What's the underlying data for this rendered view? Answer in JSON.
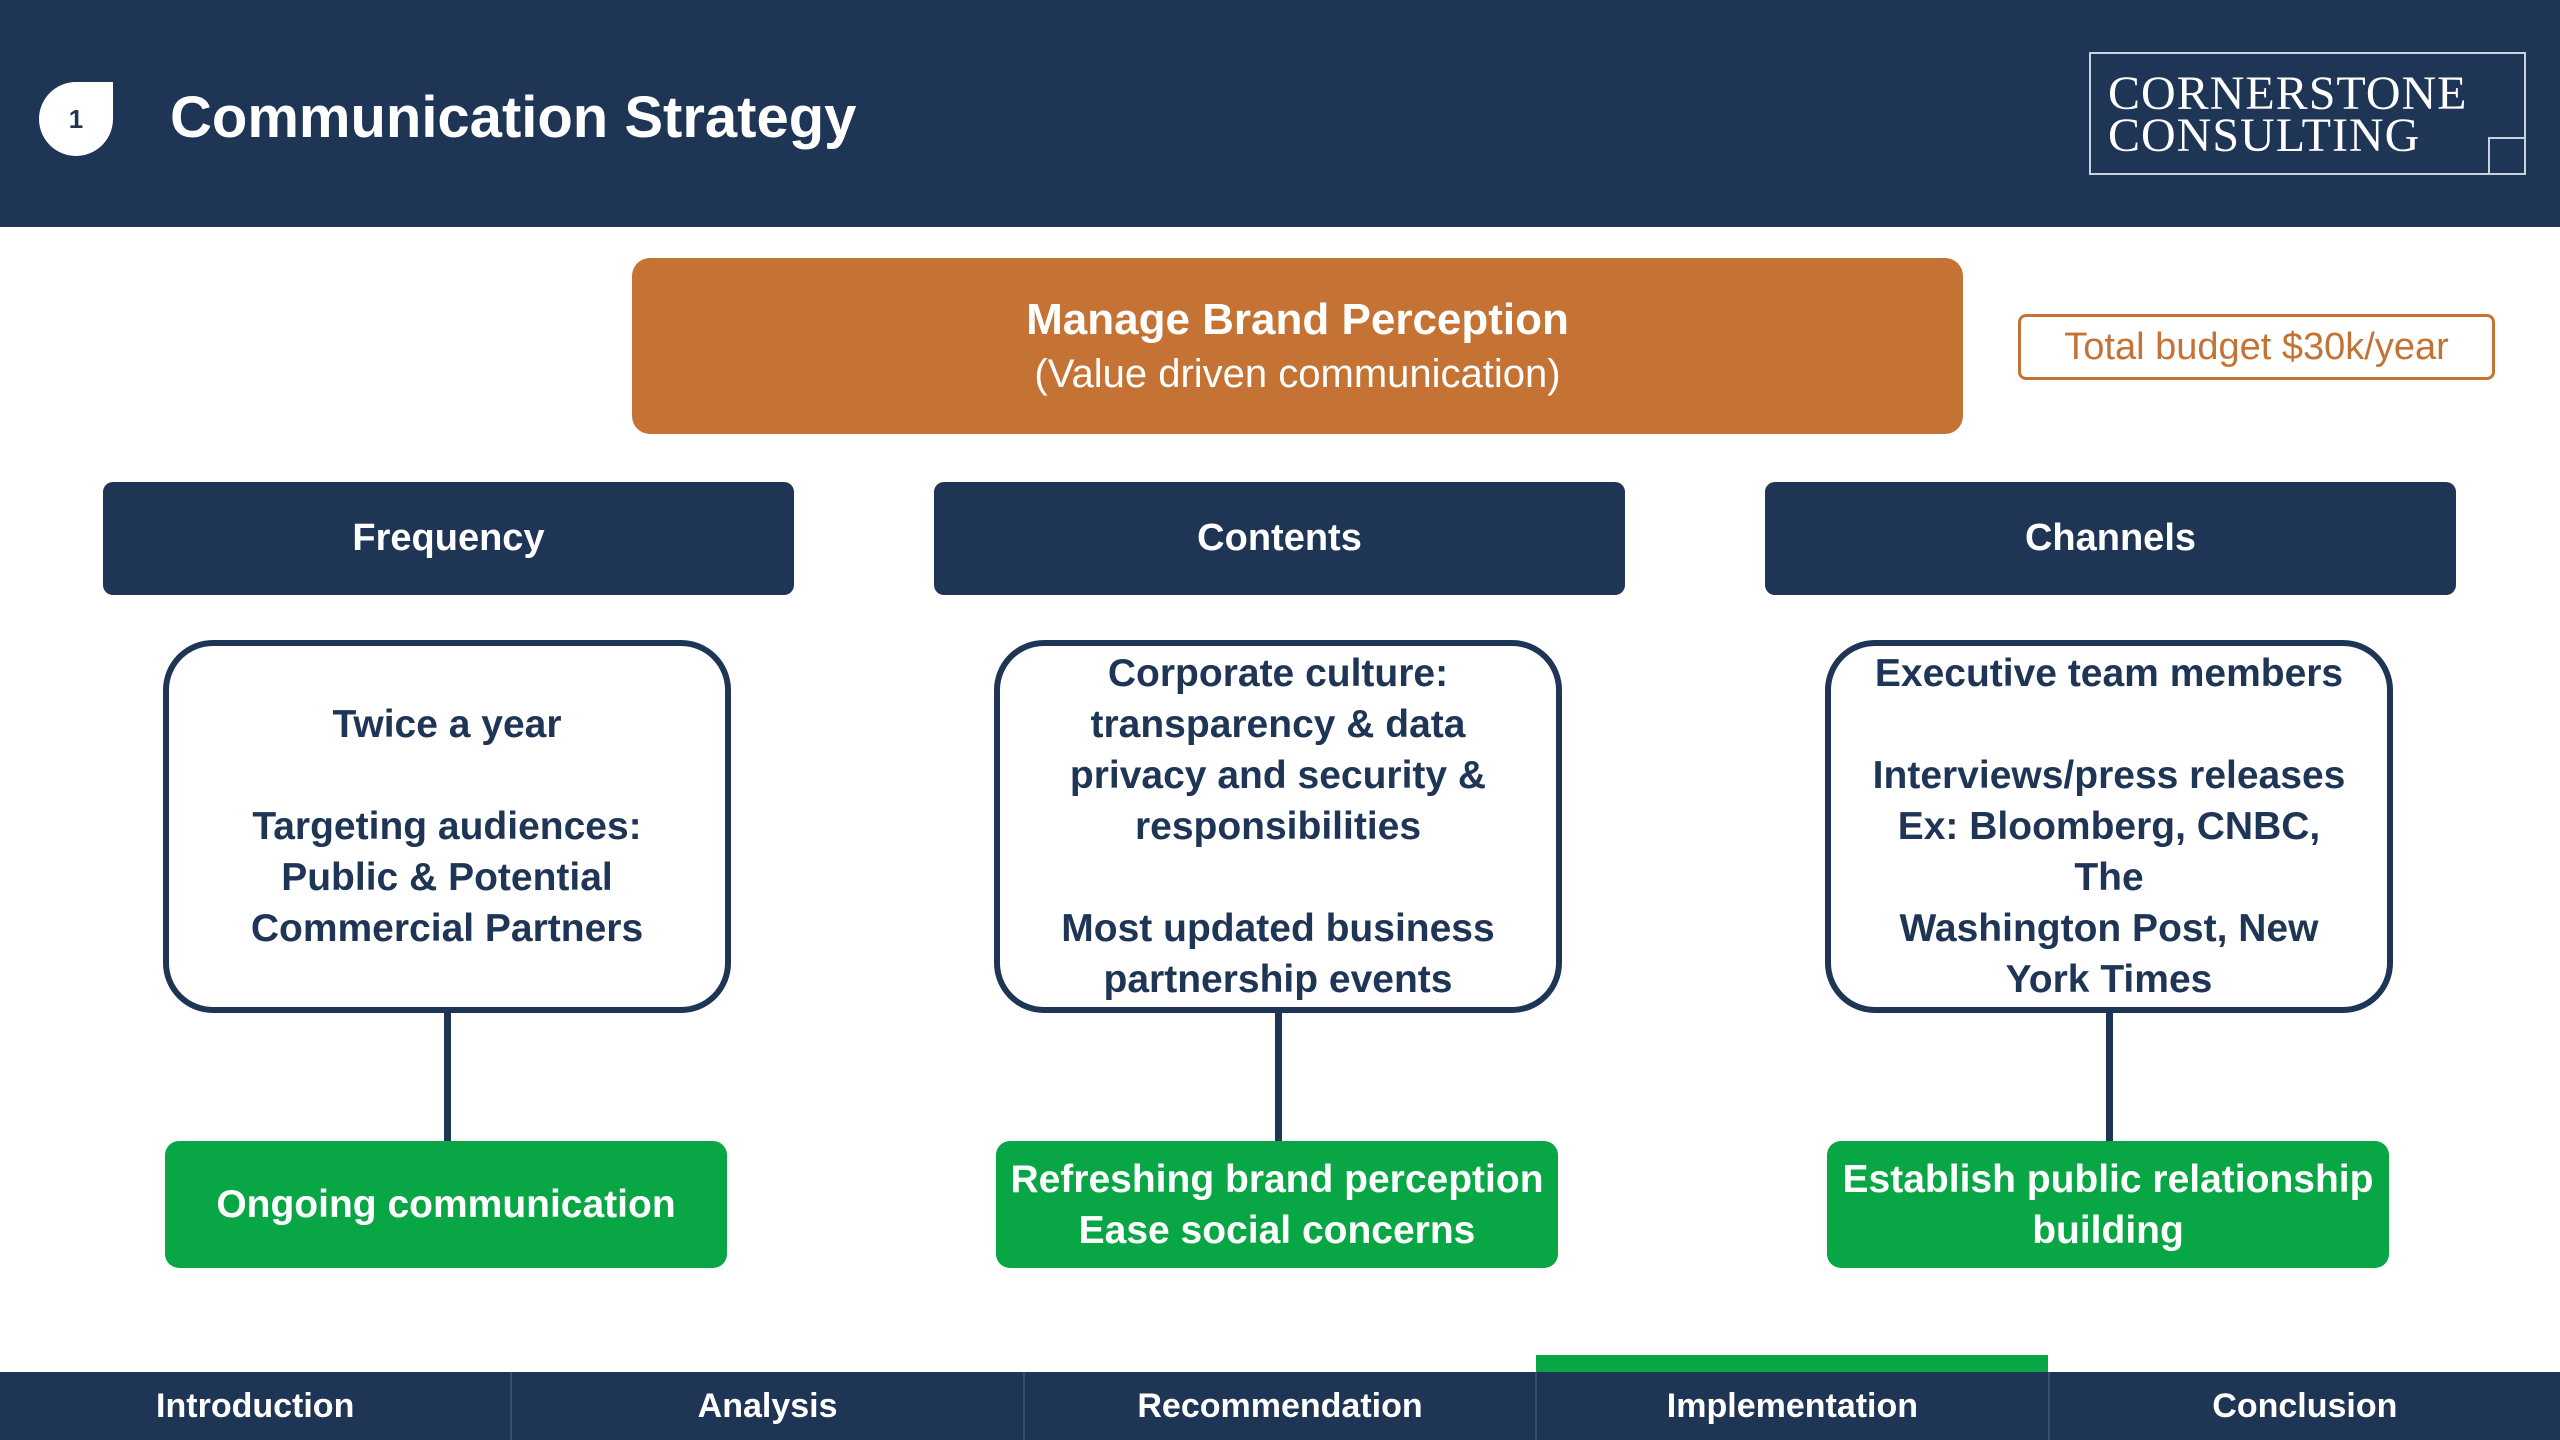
{
  "header": {
    "slide_number": "1",
    "title": "Communication Strategy",
    "logo_line1": "CORNERSTONE",
    "logo_line2": "CONSULTING"
  },
  "goal": {
    "title": "Manage Brand Perception",
    "subtitle": "(Value driven communication)"
  },
  "budget_label": "Total budget $30k/year",
  "columns": [
    {
      "header": "Frequency",
      "detail_block1": [
        "Twice a year"
      ],
      "detail_block2": [
        "Targeting audiences:",
        "Public & Potential",
        "Commercial Partners"
      ],
      "outcome": [
        "Ongoing communication"
      ]
    },
    {
      "header": "Contents",
      "detail_block1": [
        "Corporate culture:",
        "transparency & data",
        "privacy and security &",
        "responsibilities"
      ],
      "detail_block2": [
        "Most updated business",
        "partnership events"
      ],
      "outcome": [
        "Refreshing brand perception",
        "Ease social concerns"
      ]
    },
    {
      "header": "Channels",
      "detail_block1": [
        "Executive team members"
      ],
      "detail_block2": [
        "Interviews/press releases",
        "Ex: Bloomberg, CNBC, The",
        "Washington Post, New",
        "York Times"
      ],
      "outcome": [
        "Establish public relationship",
        "building"
      ]
    }
  ],
  "nav": {
    "tabs": [
      "Introduction",
      "Analysis",
      "Recommendation",
      "Implementation",
      "Conclusion"
    ],
    "active": "Implementation"
  },
  "colors": {
    "navy": "#1f3556",
    "orange": "#c47335",
    "green": "#08a645"
  }
}
